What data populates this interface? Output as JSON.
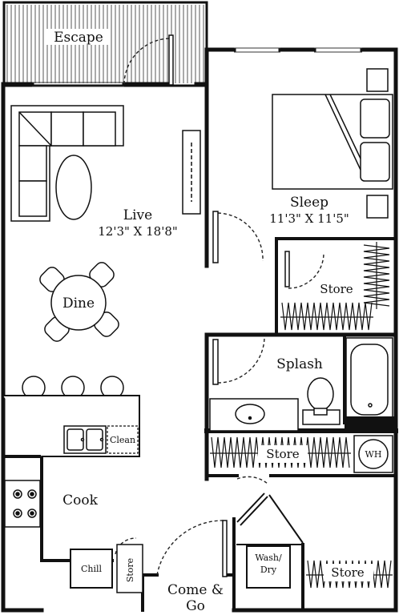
{
  "rooms": {
    "escape": "Escape",
    "live": "Live",
    "live_dim": "12'3\" X 18'8\"",
    "sleep": "Sleep",
    "sleep_dim": "11'3\" X 11'5\"",
    "store_closet": "Store",
    "dine": "Dine",
    "splash": "Splash",
    "store_hall": "Store",
    "wh": "WH",
    "cook": "Cook",
    "clean": "Clean",
    "chill": "Chill",
    "store_kitchen": "Store",
    "wash_dry_1": "Wash/",
    "wash_dry_2": "Dry",
    "store_laundry": "Store",
    "entry_1": "Come &",
    "entry_2": "Go"
  },
  "style": {
    "wall": "#111111",
    "line": "#222222",
    "paper": "#ffffff"
  }
}
